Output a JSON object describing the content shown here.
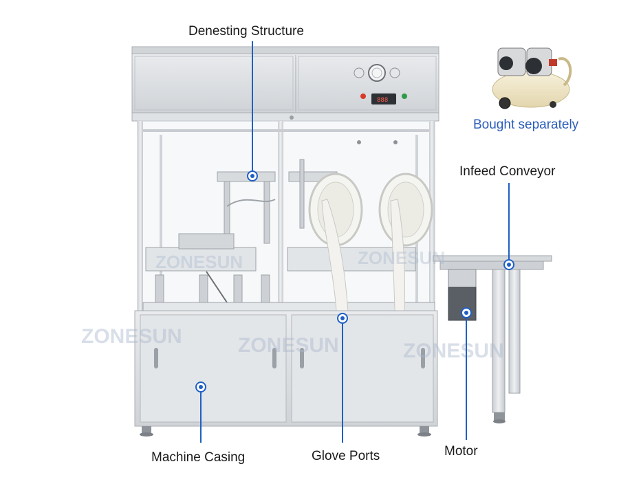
{
  "callouts": {
    "denesting": "Denesting Structure",
    "infeed": "Infeed Conveyor",
    "casing": "Machine Casing",
    "glove": "Glove Ports",
    "motor": "Motor"
  },
  "compressor": {
    "note": "Bought separately"
  },
  "watermark": "ZONESUN",
  "colors": {
    "accent": "#1f5fc4",
    "steel": "#d9dcdf",
    "steel_dark": "#a9adb2",
    "glove": "#f2f2ee"
  }
}
